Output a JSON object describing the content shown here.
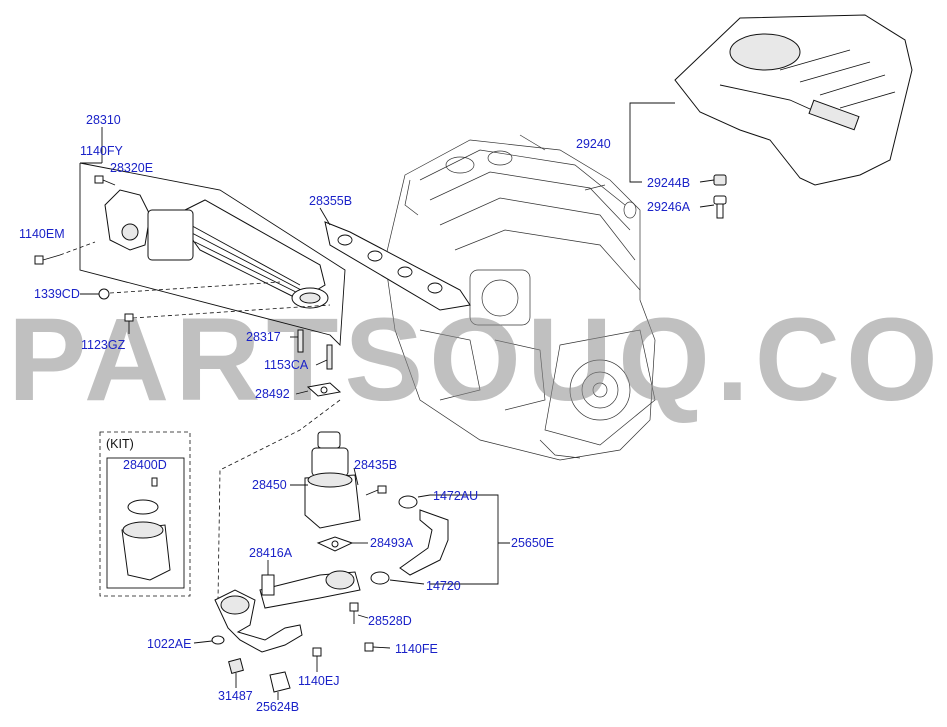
{
  "watermark": "PARTSOUQ.COM",
  "kit_label": "(KIT)",
  "labels": {
    "p28310": "28310",
    "p1140FY": "1140FY",
    "p28320E": "28320E",
    "p1140EM": "1140EM",
    "p1339CD": "1339CD",
    "p1123GZ": "1123GZ",
    "p28317": "28317",
    "p1153CA": "1153CA",
    "p28492": "28492",
    "p28355B": "28355B",
    "p29240": "29240",
    "p29244B": "29244B",
    "p29246A": "29246A",
    "p28400D": "28400D",
    "p28450": "28450",
    "p28435B": "28435B",
    "p1472AU": "1472AU",
    "p28493A": "28493A",
    "p25650E": "25650E",
    "p28416A": "28416A",
    "p14720": "14720",
    "p28528D": "28528D",
    "p1022AE": "1022AE",
    "p1140FE": "1140FE",
    "p1140EJ": "1140EJ",
    "p31487": "31487",
    "p25624B": "25624B"
  }
}
